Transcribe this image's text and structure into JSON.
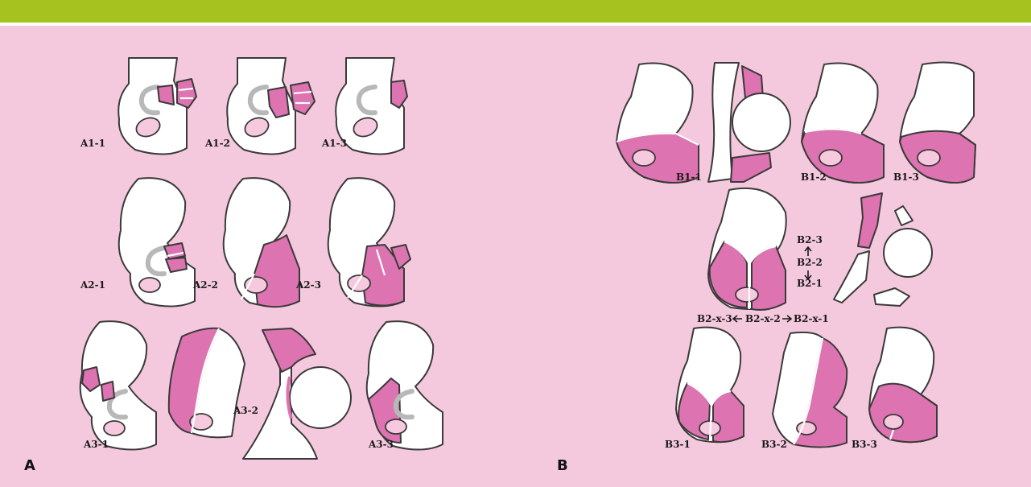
{
  "panels": {
    "a": {
      "label": "A",
      "row1": [
        "A1-1",
        "A1-2",
        "A1-3"
      ],
      "row2": [
        "A2-1",
        "A2-2",
        "A2-3"
      ],
      "row3": [
        "A3-1",
        "A3-2",
        "A3-3"
      ]
    },
    "b": {
      "label": "B",
      "row1": [
        "B1-1",
        "B1-2",
        "B1-3"
      ],
      "b2_vertical": [
        "B2-3",
        "B2-2",
        "B2-1"
      ],
      "b2_horizontal": [
        "B2-x-3",
        "B2-x-2",
        "B2-x-1"
      ],
      "row3": [
        "B3-1",
        "B3-2",
        "B3-3"
      ]
    }
  },
  "colors": {
    "background": "#f5c9dd",
    "top_bar": "#a6c21e",
    "fracture_fragment": "#dd73b0",
    "bone": "#ffffff"
  }
}
